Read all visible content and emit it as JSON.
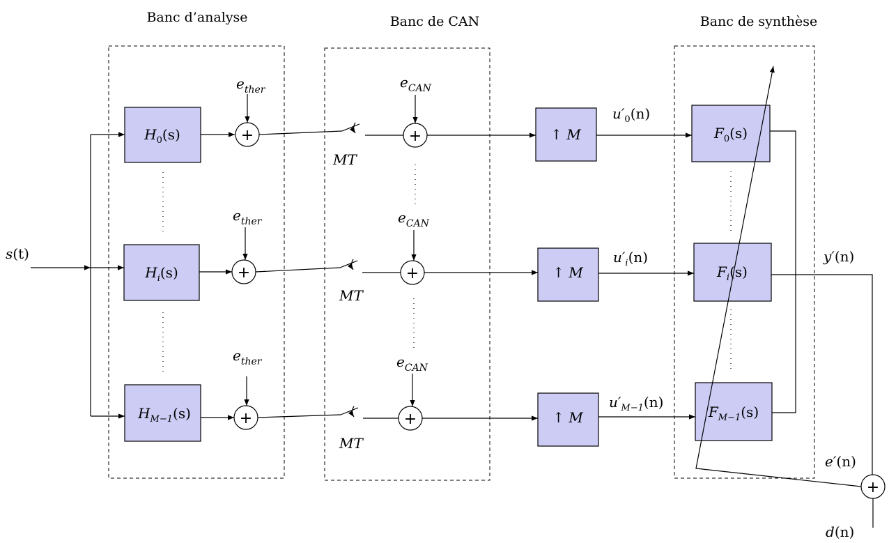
{
  "sections": {
    "analysis": "Banc d’analyse",
    "adc": "Banc de CAN",
    "synthesis": "Banc de synthèse"
  },
  "input": {
    "base": "s",
    "arg": "(t)"
  },
  "analysis_filters": [
    {
      "base": "H",
      "sub": "0",
      "arg": "(s)"
    },
    {
      "base": "H",
      "sub": "i",
      "arg": "(s)"
    },
    {
      "base": "H",
      "sub": "M−1",
      "arg": "(s)"
    }
  ],
  "thermal_noise": {
    "base": "e",
    "sub": "ther"
  },
  "adc_noise": {
    "base": "e",
    "sub": "CAN"
  },
  "sampler_label": "MT",
  "upsampler_label": "↑ M",
  "upsampled_signals": [
    {
      "base": "u′",
      "sub": "0",
      "arg": "(n)"
    },
    {
      "base": "u′",
      "sub": "i",
      "arg": "(n)"
    },
    {
      "base": "u′",
      "sub": "M−1",
      "arg": "(n)"
    }
  ],
  "synthesis_filters": [
    {
      "base": "F",
      "sub": "0",
      "arg": "(s)"
    },
    {
      "base": "F",
      "sub": "i",
      "arg": "(s)"
    },
    {
      "base": "F",
      "sub": "M−1",
      "arg": "(s)"
    }
  ],
  "output": {
    "base": "y′",
    "arg": "(n)"
  },
  "error": {
    "base": "e′",
    "arg": "(n)"
  },
  "desired": {
    "base": "d",
    "arg": "(n)"
  },
  "plus_symbol": "+"
}
